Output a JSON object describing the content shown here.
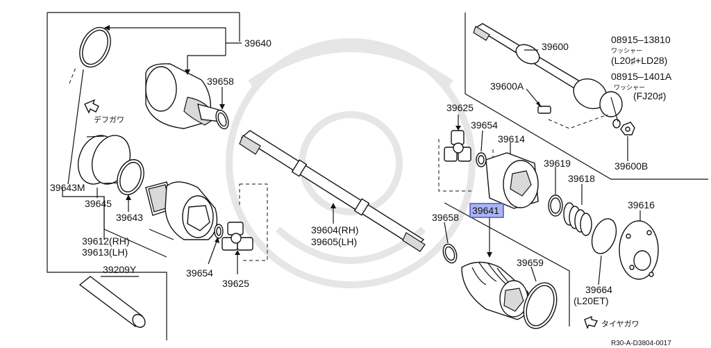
{
  "labels": {
    "p39640": "39640",
    "p39658_top": "39658",
    "p39643M": "39643M",
    "p39645": "39645",
    "p39643": "39643",
    "p39612": "39612(RH)",
    "p39613": "39613(LH)",
    "p39654_left": "39654",
    "p39625_left": "39625",
    "p39209Y": "39209Y",
    "p39604": "39604(RH)",
    "p39605": "39605(LH)",
    "p39600": "39600",
    "p39600A": "39600A",
    "p08915_13810": "08915–13810",
    "washer1": "ワッシャー",
    "note1": "(L20♯+LD28)",
    "p08915_1401A": "08915–1401A",
    "washer2": "ワッシャー",
    "note2": "(FJ20♯)",
    "p39600B": "39600B",
    "p39625_right": "39625",
    "p39654_right": "39654",
    "p39614": "39614",
    "p39619": "39619",
    "p39618": "39618",
    "p39616": "39616",
    "p39641": "39641",
    "p39658_right": "39658",
    "p39659": "39659",
    "p39664": "39664",
    "note3": "(L20ET)",
    "diff_side": "デフガワ",
    "tire_side": "タイヤガワ",
    "ref_code": "R30-A-D3804-0017"
  },
  "colors": {
    "highlight": "#aab4f0",
    "line": "#111111"
  }
}
